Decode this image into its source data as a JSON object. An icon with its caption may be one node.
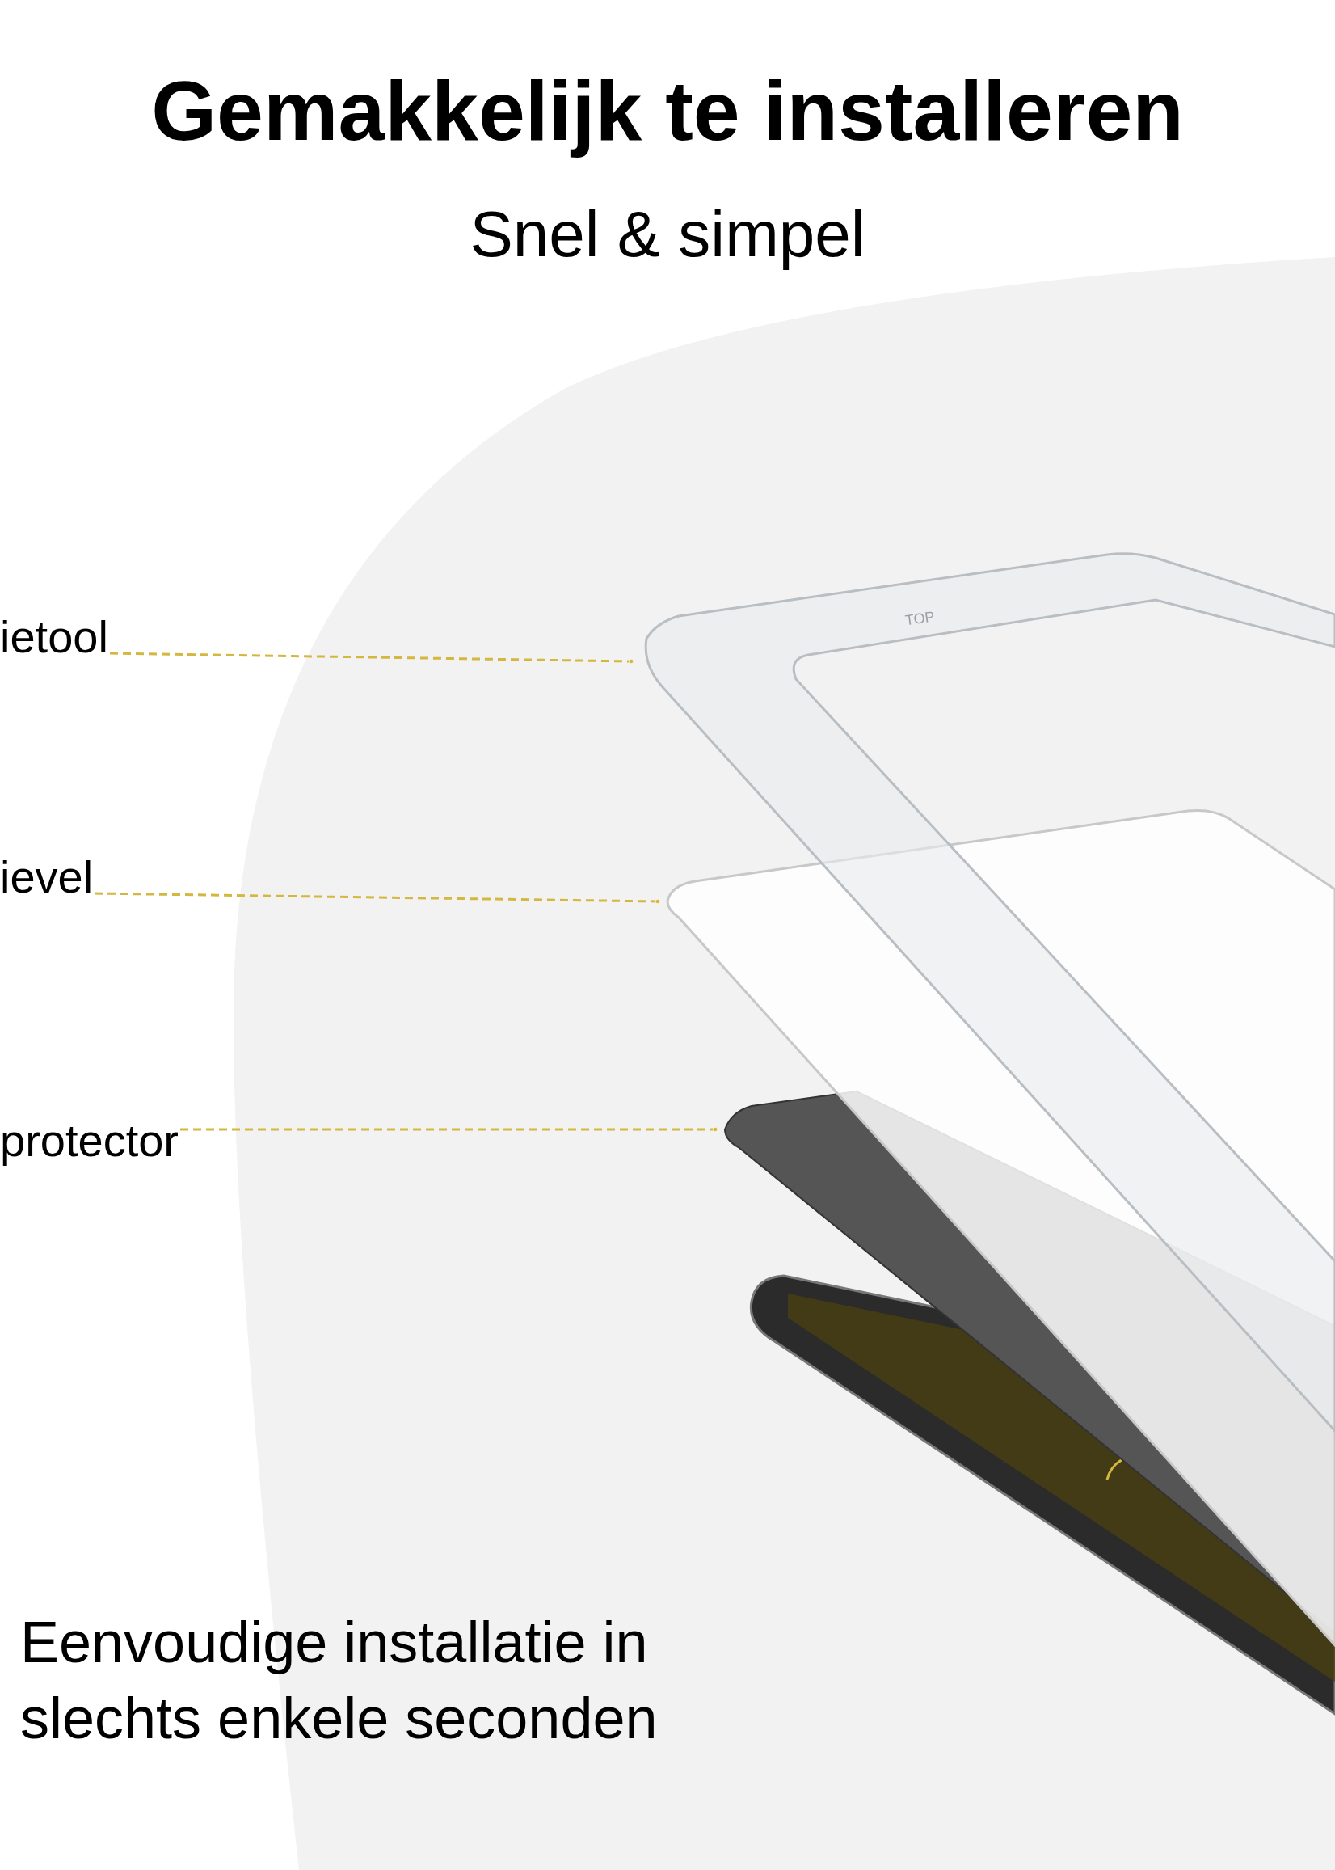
{
  "diagram": {
    "title": "Gemakkelijk te installeren",
    "caption": "Snel & simpel",
    "nodes": [
      {
        "text": [
          "ietool"
        ]
      },
      {
        "text": [
          "ievel"
        ]
      },
      {
        "text": [
          "protector"
        ]
      },
      {
        "text": [],
        "shape": "picture"
      },
      {
        "text": [],
        "shape": "picture"
      },
      {
        "text": [],
        "shape": "picture"
      }
    ],
    "edges": [
      {
        "from": 0,
        "to": 3,
        "arrow": "other",
        "style": "dashed"
      },
      {
        "from": 1,
        "to": 4,
        "arrow": "other",
        "style": "dashed"
      },
      {
        "from": 2,
        "to": 5,
        "arrow": "other",
        "style": "dashed"
      }
    ],
    "labels": [
      "TOP",
      "Eenvoudige installatie in slechts enkele seconden"
    ]
  }
}
